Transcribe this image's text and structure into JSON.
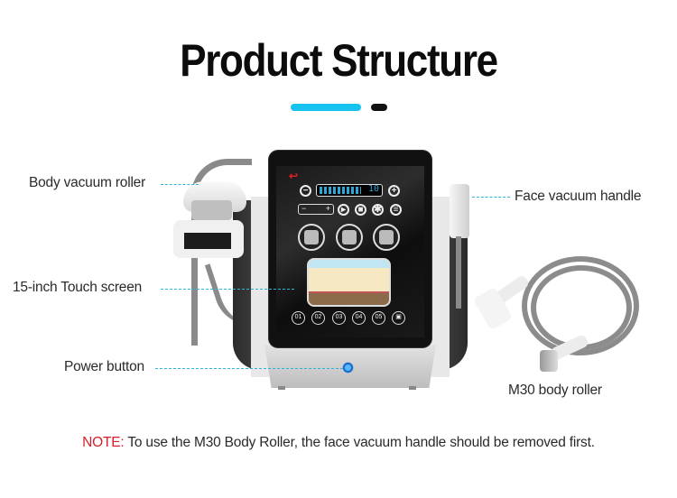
{
  "title": "Product Structure",
  "accent_colors": {
    "primary_bar": "#17c2ee",
    "secondary_bar": "#111111",
    "leader_line": "#2bb3d9",
    "note_red": "#d8202a"
  },
  "labels": {
    "body_vacuum_roller": "Body vacuum roller",
    "touch_screen": "15-inch Touch screen",
    "power_button": "Power button",
    "face_vacuum_handle": "Face vacuum handle",
    "m30_body_roller": "M30 body roller"
  },
  "screen": {
    "level_value": "10",
    "slider_minus": "−",
    "slider_plus": "+",
    "program_buttons": [
      "01",
      "02",
      "03",
      "04",
      "05"
    ]
  },
  "note": {
    "prefix": "NOTE:",
    "text": " To use the M30 Body Roller, the face vacuum handle should be removed first."
  }
}
